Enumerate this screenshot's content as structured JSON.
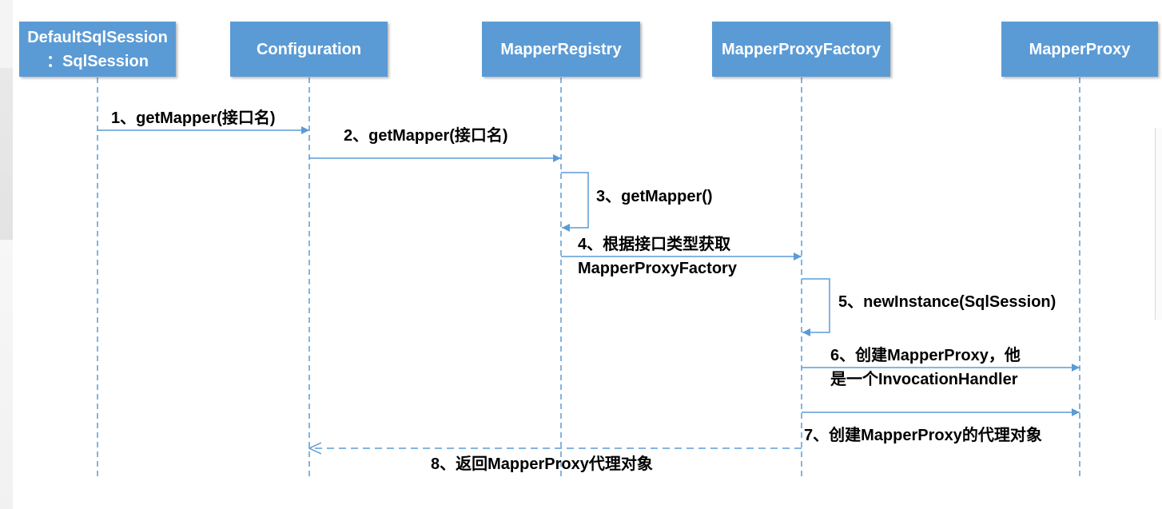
{
  "participants": [
    {
      "id": "sqlsession",
      "lines": [
        "DefaultSqlSession",
        "：SqlSession"
      ]
    },
    {
      "id": "configuration",
      "lines": [
        "Configuration"
      ]
    },
    {
      "id": "mapperregistry",
      "lines": [
        "MapperRegistry"
      ]
    },
    {
      "id": "mapperproxyfactory",
      "lines": [
        "MapperProxyFactory"
      ]
    },
    {
      "id": "mapperproxy",
      "lines": [
        "MapperProxy"
      ]
    }
  ],
  "messages": [
    {
      "from": "sqlsession",
      "to": "configuration",
      "kind": "call",
      "lines": [
        "1、getMapper(接口名)"
      ]
    },
    {
      "from": "configuration",
      "to": "mapperregistry",
      "kind": "call",
      "lines": [
        "2、getMapper(接口名)"
      ]
    },
    {
      "from": "mapperregistry",
      "to": "mapperregistry",
      "kind": "self",
      "lines": [
        "3、getMapper()"
      ]
    },
    {
      "from": "mapperregistry",
      "to": "mapperproxyfactory",
      "kind": "call",
      "lines": [
        "4、根据接口类型获取",
        "MapperProxyFactory"
      ]
    },
    {
      "from": "mapperproxyfactory",
      "to": "mapperproxyfactory",
      "kind": "self",
      "lines": [
        "5、newInstance(SqlSession)"
      ]
    },
    {
      "from": "mapperproxyfactory",
      "to": "mapperproxy",
      "kind": "call",
      "lines": [
        "6、创建MapperProxy，他",
        "是一个InvocationHandler"
      ]
    },
    {
      "from": "mapperproxyfactory",
      "to": "mapperproxy",
      "kind": "call",
      "lines": [
        "7、创建MapperProxy的代理对象"
      ]
    },
    {
      "from": "mapperproxyfactory",
      "to": "configuration",
      "kind": "return",
      "lines": [
        "8、返回MapperProxy代理对象"
      ]
    }
  ],
  "colors": {
    "participant_fill": "#5b9bd5",
    "participant_text": "#ffffff",
    "line": "#5b9bd5",
    "label_text": "#000000"
  }
}
